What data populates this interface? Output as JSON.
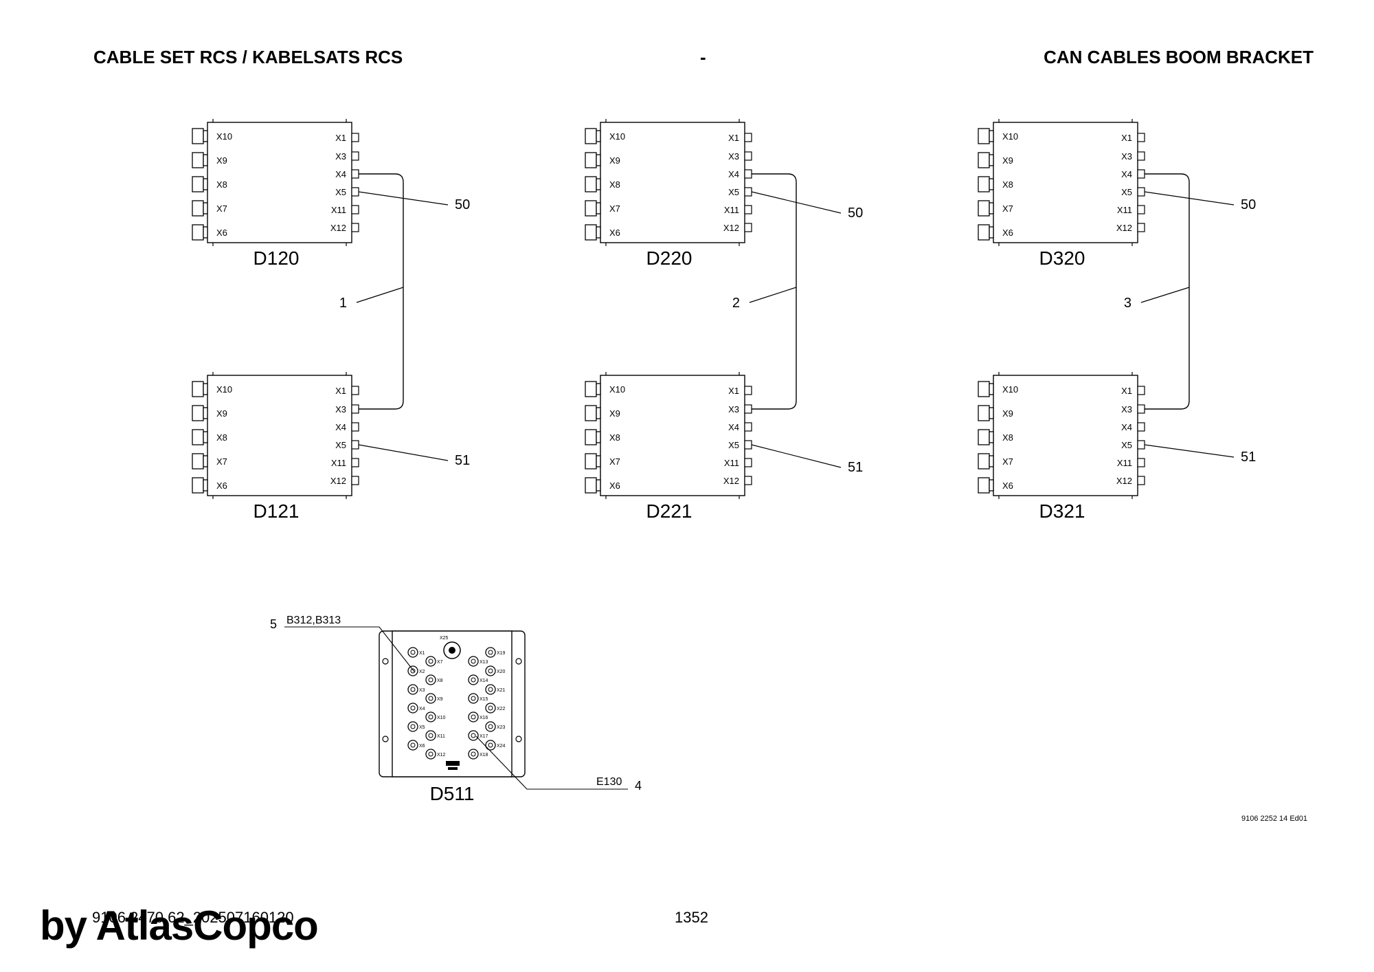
{
  "header": {
    "title_left": "CABLE SET RCS / KABELSATS RCS",
    "title_center": "-",
    "title_right": "CAN CABLES BOOM BRACKET"
  },
  "modules": [
    {
      "name": "D120",
      "left_ports": [
        "X10",
        "X9",
        "X8",
        "X7",
        "X6"
      ],
      "right_ports": [
        "X1",
        "X3",
        "X4",
        "X5",
        "X11",
        "X12"
      ]
    },
    {
      "name": "D220",
      "left_ports": [
        "X10",
        "X9",
        "X8",
        "X7",
        "X6"
      ],
      "right_ports": [
        "X1",
        "X3",
        "X4",
        "X5",
        "X11",
        "X12"
      ]
    },
    {
      "name": "D320",
      "left_ports": [
        "X10",
        "X9",
        "X8",
        "X7",
        "X6"
      ],
      "right_ports": [
        "X1",
        "X3",
        "X4",
        "X5",
        "X11",
        "X12"
      ]
    },
    {
      "name": "D121",
      "left_ports": [
        "X10",
        "X9",
        "X8",
        "X7",
        "X6"
      ],
      "right_ports": [
        "X1",
        "X3",
        "X4",
        "X5",
        "X11",
        "X12"
      ]
    },
    {
      "name": "D221",
      "left_ports": [
        "X10",
        "X9",
        "X8",
        "X7",
        "X6"
      ],
      "right_ports": [
        "X1",
        "X3",
        "X4",
        "X5",
        "X11",
        "X12"
      ]
    },
    {
      "name": "D321",
      "left_ports": [
        "X10",
        "X9",
        "X8",
        "X7",
        "X6"
      ],
      "right_ports": [
        "X1",
        "X3",
        "X4",
        "X5",
        "X11",
        "X12"
      ]
    }
  ],
  "callouts": {
    "cable_1": "1",
    "cable_2": "2",
    "cable_3": "3",
    "ref_50": "50",
    "ref_51": "51",
    "ref_4": "4",
    "ref_5": "5"
  },
  "d511": {
    "name": "D511",
    "top_port": "X25",
    "left_col1": [
      "X1",
      "X2",
      "X3",
      "X4",
      "X5",
      "X6"
    ],
    "left_col2": [
      "X7",
      "X8",
      "X9",
      "X10",
      "X11",
      "X12"
    ],
    "right_col1": [
      "X13",
      "X14",
      "X15",
      "X16",
      "X17",
      "X18"
    ],
    "right_col2": [
      "X19",
      "X20",
      "X21",
      "X22",
      "X23",
      "X24"
    ],
    "label_b": "B312,B313",
    "label_e": "E130"
  },
  "footer": {
    "doc_ref": "9106 2252 14 Ed01",
    "code": "9106 2470 62_202507160120",
    "page": "1352",
    "watermark": "by AtlasCopco"
  }
}
